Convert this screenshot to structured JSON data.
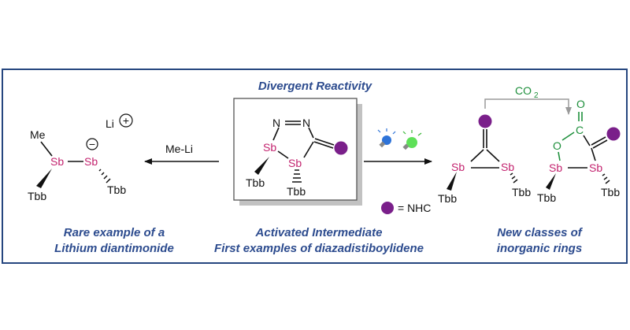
{
  "title": "Divergent Reactivity",
  "captions": {
    "left_1": "Rare example of a",
    "left_2": "Lithium diantimonide",
    "center_1": "Activated Intermediate",
    "center_2": "First examples of diazadistiboylidene",
    "right_1": "New classes of",
    "right_2": "inorganic rings"
  },
  "arrows": {
    "reagent_left": "Me-Li",
    "reagent_top": "CO",
    "reagent_top_sub": "2"
  },
  "legend": {
    "label": "= NHC",
    "color": "#7a1f8a"
  },
  "atoms": {
    "me": "Me",
    "li": "Li",
    "sb": "Sb",
    "tbb": "Tbb",
    "n": "N",
    "c": "C",
    "o": "O",
    "plus": "+",
    "minus": "−"
  },
  "colors": {
    "caption": "#2c4b8e",
    "frame": "#26467f",
    "sb": "#c3246f",
    "co2": "#1e8f3c",
    "nhc": "#7a1f8a"
  }
}
